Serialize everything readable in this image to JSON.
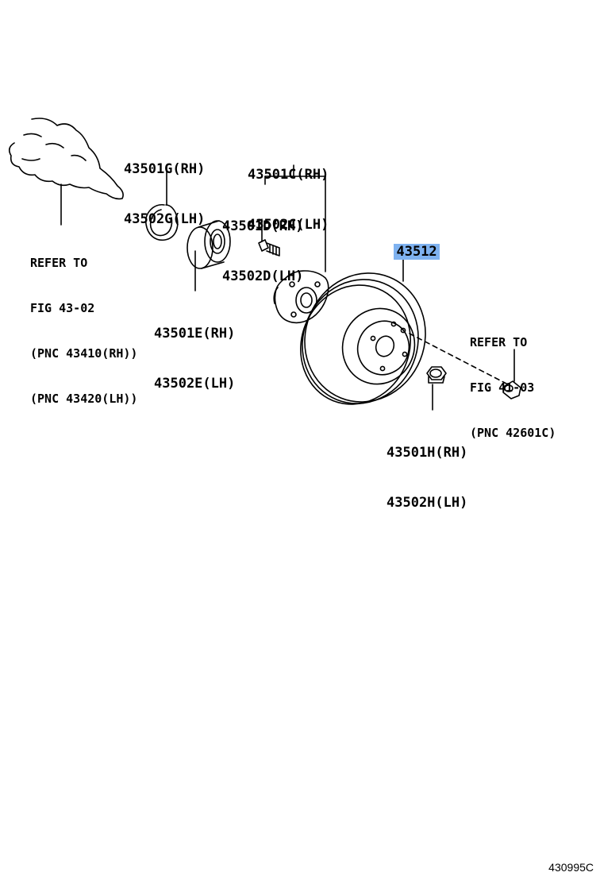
{
  "callouts": {
    "ring": {
      "line1": "43501G(RH)",
      "line2": "43502G(LH)"
    },
    "bearing": {
      "line1": "43501E(RH)",
      "line2": "43502E(LH)"
    },
    "hub_group": {
      "line1": "43501C(RH)",
      "line2": "43502C(LH)"
    },
    "hub_bolt": {
      "line1": "43501D(RH)",
      "line2": "43502D(LH)"
    },
    "rotor": {
      "number": "43512"
    },
    "nut": {
      "line1": "43501H(RH)",
      "line2": "43502H(LH)"
    }
  },
  "references": {
    "knuckle": {
      "line1": "REFER TO",
      "line2": "FIG 43-02",
      "line3": "(PNC 43410(RH))",
      "line4": "(PNC 43420(LH))"
    },
    "screw": {
      "line1": "REFER TO",
      "line2": "FIG 41-03",
      "line3": "(PNC 42601C)"
    }
  },
  "footer": {
    "code": "430995C"
  },
  "colors": {
    "highlight": "#7fb2f0",
    "ink": "#000000"
  }
}
